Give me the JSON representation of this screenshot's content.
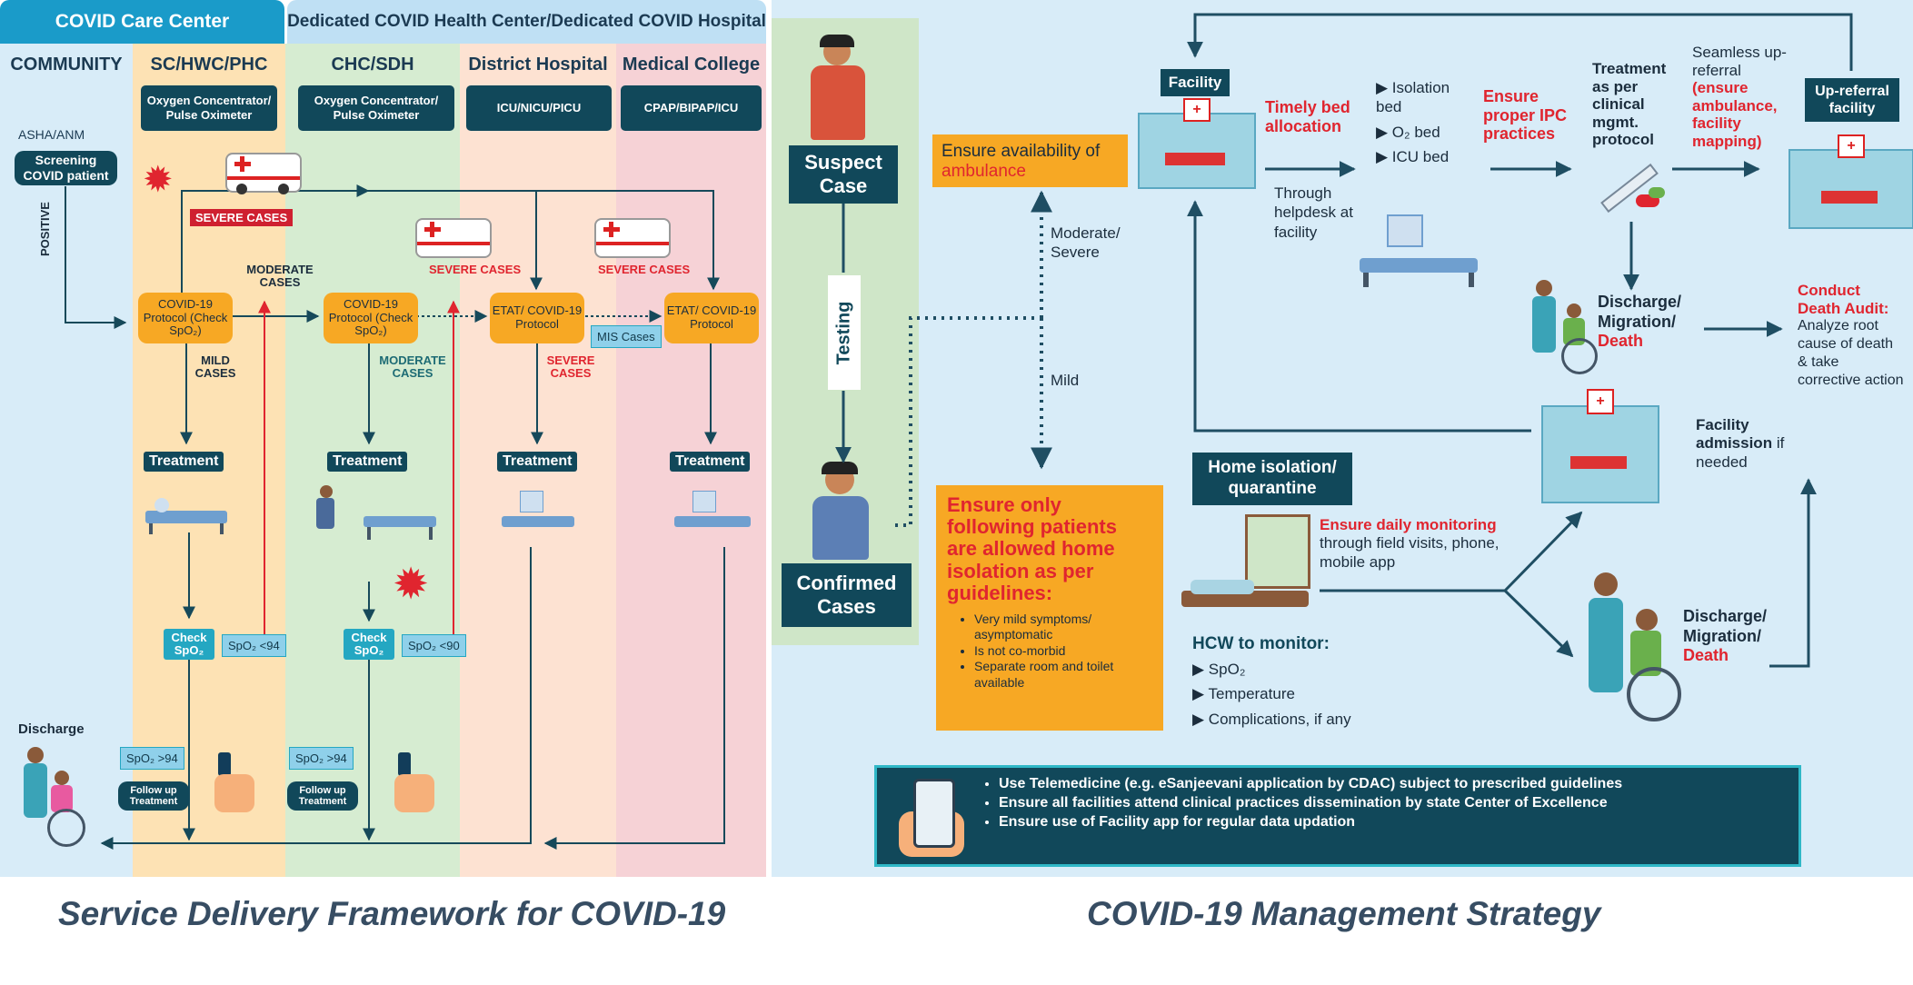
{
  "left": {
    "header_ccc": "COVID Care Center",
    "header_dch": "Dedicated COVID Health Center/Dedicated COVID Hospital",
    "columns": {
      "community": "COMMUNITY",
      "sc": "SC/HWC/PHC",
      "chc": "CHC/SDH",
      "dh": "District Hospital",
      "mc": "Medical College"
    },
    "equipment": {
      "sc": "Oxygen Concentrator/ Pulse Oximeter",
      "chc": "Oxygen Concentrator/ Pulse Oximeter",
      "dh": "ICU/NICU/PICU",
      "mc": "CPAP/BIPAP/ICU"
    },
    "asha": "ASHA/ANM",
    "screening": "Screening COVID patient",
    "positive": "POSITIVE",
    "severe_cases_box": "SEVERE CASES",
    "moderate_cases": "MODERATE CASES",
    "severe_cases": "SEVERE CASES",
    "mild_cases": "MILD CASES",
    "mis_cases": "MIS Cases",
    "protocol_sc": "COVID-19 Protocol (Check SpO₂)",
    "protocol_chc": "COVID-19 Protocol (Check SpO₂)",
    "protocol_dh": "ETAT/ COVID-19 Protocol",
    "protocol_mc": "ETAT/ COVID-19 Protocol",
    "treatment": "Treatment",
    "check_spo2": "Check SpO₂",
    "spo2_lt94": "SpO₂ <94",
    "spo2_lt90": "SpO₂ <90",
    "spo2_gt94": "SpO₂ >94",
    "follow_up": "Follow up Treatment",
    "discharge": "Discharge",
    "caption": "Service Delivery Framework for COVID-19"
  },
  "right": {
    "suspect_case": "Suspect Case",
    "testing": "Testing",
    "confirmed_cases": "Confirmed Cases",
    "ambulance_prefix": "Ensure availability of",
    "ambulance_word": "ambulance",
    "moderate_severe": "Moderate/ Severe",
    "mild": "Mild",
    "facility": "Facility",
    "timely_bed": "Timely bed allocation",
    "through_helpdesk": "Through helpdesk at facility",
    "beds": [
      "Isolation bed",
      "O₂ bed",
      "ICU bed"
    ],
    "ipc": "Ensure proper IPC practices",
    "treatment_protocol": "Treatment as per clinical mgmt. protocol",
    "seamless_prefix": "Seamless up-referral",
    "seamless_red": "(ensure ambulance, facility mapping)",
    "up_referral": "Up-referral facility",
    "discharge_prefix": "Discharge/ Migration/",
    "death": "Death",
    "death_audit_title": "Conduct Death Audit:",
    "death_audit_body": "Analyze root cause of death & take corrective action",
    "facility_admission_bold": "Facility admission",
    "facility_admission_rest": "if needed",
    "home_isolation": "Home isolation/ quarantine",
    "home_note": "Ensure only following patients are allowed home isolation as per guidelines:",
    "home_criteria": [
      "Very mild symptoms/ asymptomatic",
      "Is not co-morbid",
      "Separate room and toilet available"
    ],
    "daily_monitoring_red": "Ensure daily monitoring",
    "daily_monitoring_rest": "through field visits, phone, mobile app",
    "hcw_title": "HCW to monitor:",
    "hcw_items": [
      "SpO₂",
      "Temperature",
      "Complications, if any"
    ],
    "bottom_bullets": [
      "Use Telemedicine (e.g. eSanjeevani application by CDAC) subject to prescribed guidelines",
      "Ensure all facilities attend clinical practices dissemination by state Center of Excellence",
      "Ensure use of Facility app for regular data updation"
    ],
    "caption": "COVID-19 Management Strategy"
  },
  "colors": {
    "community": "#d8ecf8",
    "sc": "#fde2b4",
    "chc": "#d6ecd1",
    "dh": "#fde2d2",
    "mc": "#f6d2d6",
    "dark_teal": "#11485a",
    "orange": "#f7a824",
    "red": "#e0252f",
    "right_bg": "#d8ecf8",
    "green_strip": "#cfe6c8"
  }
}
